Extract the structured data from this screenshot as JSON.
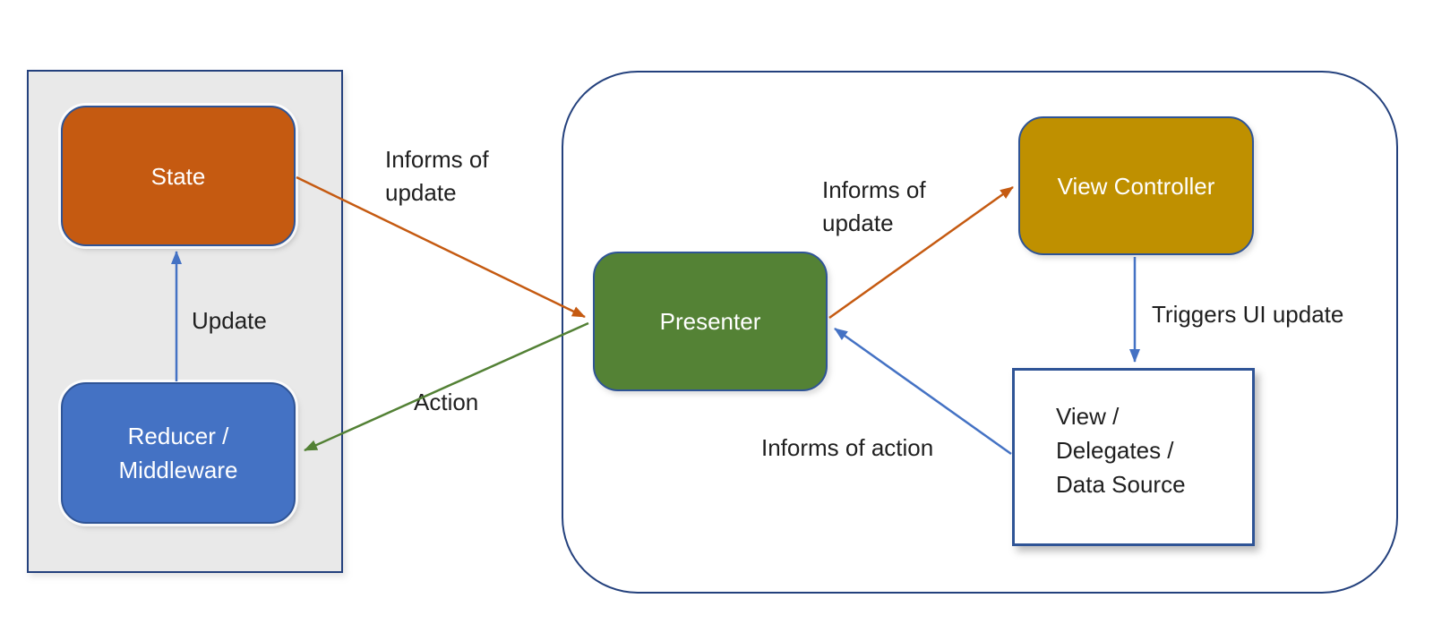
{
  "diagram": {
    "type": "architecture-flow",
    "colors": {
      "orange": "#C55A11",
      "blue": "#4472C4",
      "green": "#538135",
      "gold": "#BF9000",
      "box_border": "#2F5496",
      "container_border": "#24417D",
      "left_container_fill": "#E9E9E9",
      "label_text": "#1F1F1F"
    },
    "boxes": {
      "state": {
        "label": "State"
      },
      "reducer": {
        "label": "Reducer /\nMiddleware"
      },
      "presenter": {
        "label": "Presenter"
      },
      "view_controller": {
        "label": "View Controller"
      },
      "view": {
        "label": "View /\nDelegates /\nData Source"
      }
    },
    "arrows": {
      "state_to_presenter": {
        "label": "Informs of\nupdate",
        "color": "#C55A11"
      },
      "reducer_to_state": {
        "label": "Update",
        "color": "#4472C4"
      },
      "presenter_to_reducer": {
        "label": "Action",
        "color": "#538135"
      },
      "presenter_to_view_controller": {
        "label": "Informs of\nupdate",
        "color": "#C55A11"
      },
      "view_controller_to_view": {
        "label": "Triggers UI update",
        "color": "#4472C4"
      },
      "view_to_presenter": {
        "label": "Informs of action",
        "color": "#4472C4"
      }
    }
  }
}
